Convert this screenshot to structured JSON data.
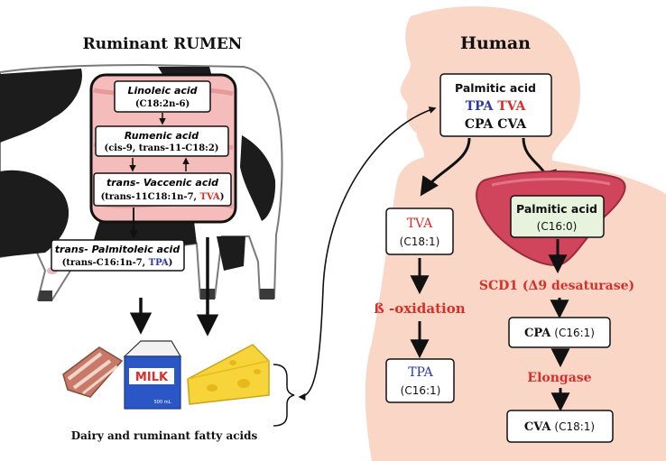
{
  "colors": {
    "blue": "#2b3aa6",
    "red": "#d92f2a",
    "skin": "#f9d6c6",
    "liver": "#d0455c",
    "liver_box": "#e7f3dc"
  },
  "headings": {
    "left": "Ruminant RUMEN",
    "right": "Human"
  },
  "rumen": {
    "linoleic": {
      "name": "Linoleic acid",
      "formula": "(C18:2n-6)"
    },
    "rumenic": {
      "name": "Rumenic acid",
      "formula": "(cis-9, trans-11-C18:2)"
    },
    "vaccenic": {
      "name": "trans- Vaccenic acid",
      "formula_prefix": "(trans-11C18:1n-7, ",
      "abbrev": "TVA",
      "formula_suffix": ")"
    },
    "palmitoleic": {
      "name": "trans- Palmitoleic acid",
      "formula_prefix": "(trans-C16:1n-7, ",
      "abbrev": "TPA",
      "formula_suffix": ")"
    }
  },
  "food": {
    "milk_label": "MILK",
    "milk_volume": "500 mL",
    "caption": "Dairy and ruminant fatty acids"
  },
  "human": {
    "top_box": {
      "title": "Palmitic acid",
      "tpa": "TPA",
      "tva": "TVA",
      "cpa": "CPA",
      "cva": "CVA"
    },
    "tva_box": {
      "name": "TVA",
      "formula": "(C18:1)"
    },
    "oxidation": "ß -oxidation",
    "tpa_box": {
      "name": "TPA",
      "formula": "(C16:1)"
    },
    "liver_box": {
      "name": "Palmitic acid",
      "formula": "(C16:0)"
    },
    "scd1": "SCD1 (Δ9 desaturase)",
    "cpa_box": {
      "name": "CPA",
      "formula": "(C16:1)"
    },
    "elongase": "Elongase",
    "cva_box": {
      "name": "CVA",
      "formula": "(C18:1)"
    }
  }
}
